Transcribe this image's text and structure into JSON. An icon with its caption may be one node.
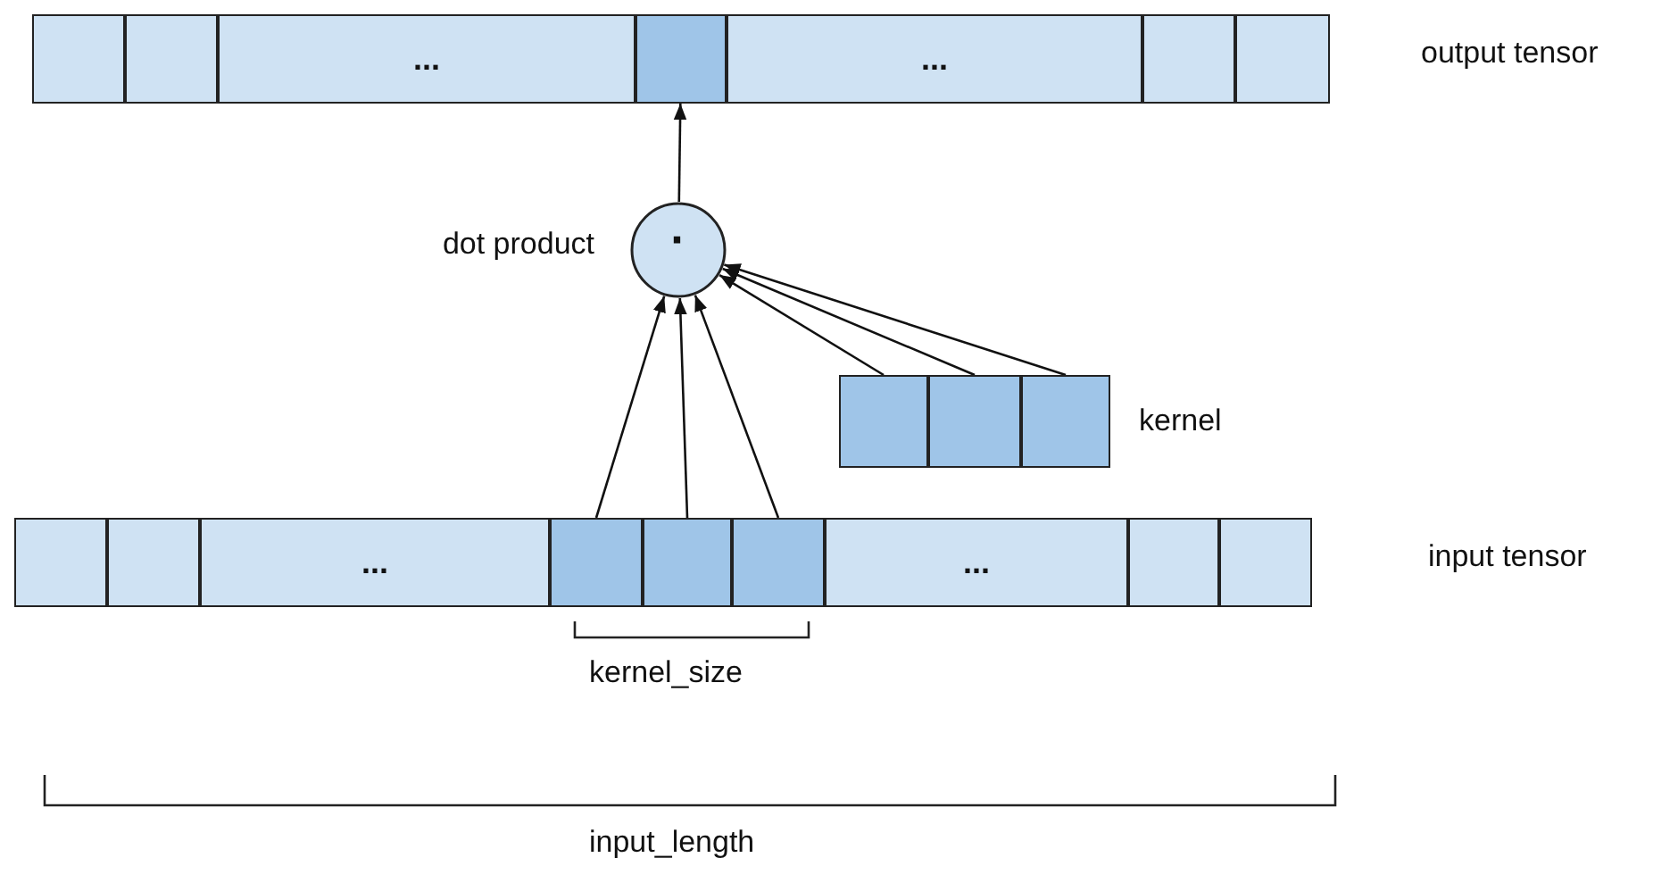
{
  "diagram": {
    "nodes": [
      {
        "text": [],
        "shape": "box"
      },
      {
        "text": [],
        "shape": "box"
      },
      {
        "text": [
          "..."
        ]
      },
      {
        "text": [],
        "shape": "box"
      },
      {
        "text": [
          "..."
        ]
      },
      {
        "text": [],
        "shape": "box"
      },
      {
        "text": [],
        "shape": "box"
      },
      {
        "text": [
          "·"
        ],
        "beside": [
          "dot product"
        ]
      },
      {
        "text": [],
        "shape": "box"
      },
      {
        "text": [],
        "shape": "box"
      },
      {
        "text": [],
        "shape": "box"
      },
      {
        "text": [],
        "shape": "box"
      },
      {
        "text": [],
        "shape": "box"
      },
      {
        "text": [
          "..."
        ]
      },
      {
        "text": [],
        "shape": "box"
      },
      {
        "text": [],
        "shape": "box"
      },
      {
        "text": [],
        "shape": "box"
      },
      {
        "text": [
          "..."
        ]
      },
      {
        "text": [],
        "shape": "box"
      },
      {
        "text": [],
        "shape": "box"
      }
    ],
    "edges": [
      {
        "from": 7,
        "to": 3,
        "arrow": "to"
      },
      {
        "from": 14,
        "to": 7,
        "arrow": "to"
      },
      {
        "from": 15,
        "to": 7,
        "arrow": "to"
      },
      {
        "from": 16,
        "to": 7,
        "arrow": "to"
      },
      {
        "from": 8,
        "to": 7,
        "arrow": "to"
      },
      {
        "from": 9,
        "to": 7,
        "arrow": "to"
      },
      {
        "from": 10,
        "to": 7,
        "arrow": "to"
      }
    ],
    "labels": [
      "output tensor",
      "kernel",
      "input tensor",
      "kernel_size",
      "input_length"
    ]
  }
}
